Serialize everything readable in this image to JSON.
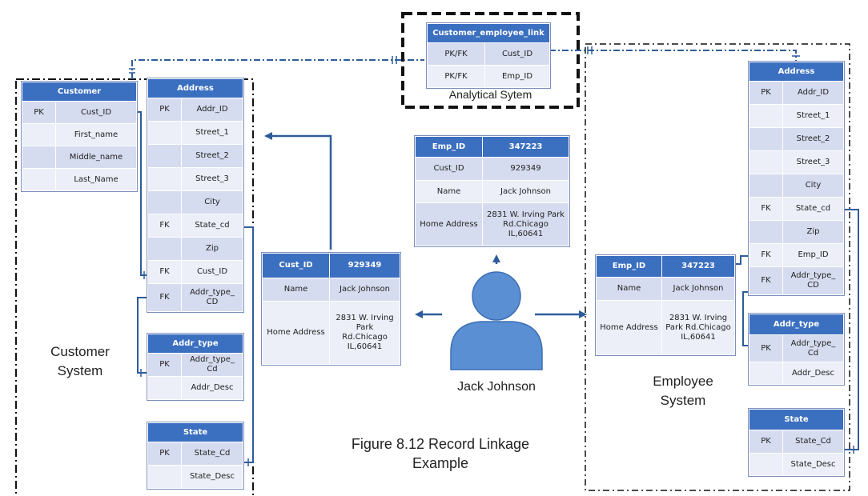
{
  "customer_table": {
    "header": [
      "",
      "Customer"
    ],
    "rows": [
      [
        "PK",
        "Cust_ID"
      ],
      [
        "",
        "First_name"
      ],
      [
        "",
        "Middle_name"
      ],
      [
        "",
        "Last_Name"
      ]
    ]
  },
  "customer_address_table": {
    "header": [
      "",
      "Address"
    ],
    "rows": [
      [
        "PK",
        "Addr_ID"
      ],
      [
        "",
        "Street_1"
      ],
      [
        "",
        "Street_2"
      ],
      [
        "",
        "Street_3"
      ],
      [
        "",
        "City"
      ],
      [
        "FK",
        "State_cd"
      ],
      [
        "",
        "Zip"
      ],
      [
        "FK",
        "Cust_ID"
      ],
      [
        "FK",
        "Addr_type_ CD"
      ]
    ]
  },
  "customer_addr_type_table": {
    "header": [
      "",
      "Addr_type"
    ],
    "rows": [
      [
        "PK",
        "Addr_type_ Cd"
      ],
      [
        "",
        "Addr_Desc"
      ]
    ]
  },
  "customer_state_table": {
    "header": [
      "",
      "State"
    ],
    "rows": [
      [
        "PK",
        "State_Cd"
      ],
      [
        "",
        "State_Desc"
      ]
    ]
  },
  "link_table": {
    "header": [
      "Customer_employee_link",
      ""
    ],
    "rows": [
      [
        "PK/FK",
        "Cust_ID"
      ],
      [
        "PK/FK",
        "Emp_ID"
      ]
    ]
  },
  "analytical_label": "Analytical Sytem",
  "customer_record": {
    "header": [
      "Cust_ID",
      "929349"
    ],
    "rows": [
      [
        "Name",
        "Jack Johnson"
      ],
      [
        "Home Address",
        "2831 W. Irving Park Rd.Chicago IL,60641"
      ]
    ]
  },
  "employee_record_center": {
    "header": [
      "Emp_ID",
      "347223"
    ],
    "rows": [
      [
        "Cust_ID",
        "929349"
      ],
      [
        "Name",
        "Jack Johnson"
      ],
      [
        "Home Address",
        "2831 W. Irving Park Rd.Chicago IL,60641"
      ]
    ]
  },
  "employee_record": {
    "header": [
      "Emp_ID",
      "347223"
    ],
    "rows": [
      [
        "Name",
        "Jack Johnson"
      ],
      [
        "Home Address",
        "2831 W. Irving Park Rd.Chicago IL,60641"
      ]
    ]
  },
  "employee_address_table": {
    "header": [
      "",
      "Address"
    ],
    "rows": [
      [
        "PK",
        "Addr_ID"
      ],
      [
        "",
        "Street_1"
      ],
      [
        "",
        "Street_2"
      ],
      [
        "",
        "Street_3"
      ],
      [
        "",
        "City"
      ],
      [
        "FK",
        "State_cd"
      ],
      [
        "",
        "Zip"
      ],
      [
        "FK",
        "Emp_ID"
      ],
      [
        "FK",
        "Addr_type_ CD"
      ]
    ]
  },
  "employee_addr_type_table": {
    "header": [
      "",
      "Addr_type"
    ],
    "rows": [
      [
        "PK",
        "Addr_type_ Cd"
      ],
      [
        "",
        "Addr_Desc"
      ]
    ]
  },
  "employee_state_table": {
    "header": [
      "",
      "State"
    ],
    "rows": [
      [
        "PK",
        "State_Cd"
      ],
      [
        "",
        "State_Desc"
      ]
    ]
  },
  "person_name": "Jack Johnson",
  "customer_system_label": [
    "Customer",
    "System"
  ],
  "employee_system_label": [
    "Employee",
    "System"
  ],
  "figure_caption": [
    "Figure 8.12 Record Linkage",
    "Example"
  ],
  "colors": {
    "header": "#3b6fc0",
    "row_dark": "#d6dcef",
    "row_light": "#eceff8",
    "connector": "#2e5c9a",
    "person": "#5b8fd4"
  }
}
